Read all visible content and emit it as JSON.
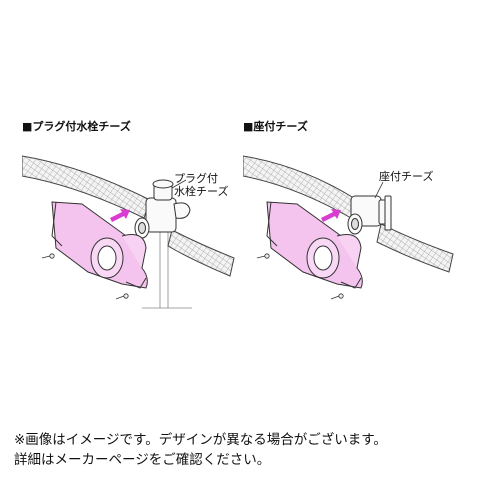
{
  "left_panel": {
    "title": "■プラグ付水栓チーズ",
    "callout_line1": "プラグ付",
    "callout_line2": "水栓チーズ"
  },
  "right_panel": {
    "title": "■座付チーズ",
    "callout": "座付チーズ"
  },
  "footer": {
    "line1": "※画像はイメージです。デザインが異なる場合がございます。",
    "line2": "詳細はメーカーページをご確認ください。"
  },
  "colors": {
    "bracket": "#f4c4ee",
    "arrow": "#d93ccf",
    "outline": "#333333",
    "pipe": "#dddddd"
  }
}
